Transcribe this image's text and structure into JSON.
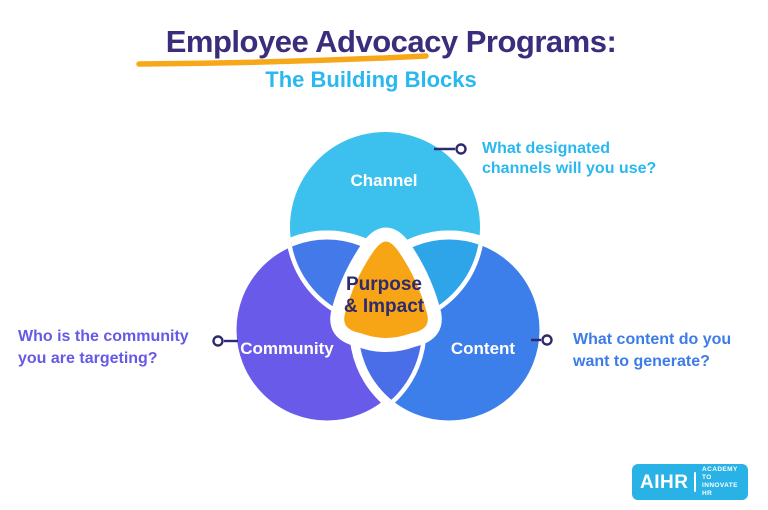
{
  "header": {
    "title": "Employee Advocacy Programs:",
    "subtitle": "The Building Blocks",
    "underline_color": "#F7A819",
    "title_color": "#3A2D7C",
    "subtitle_color": "#29B8F0"
  },
  "venn": {
    "channel": {
      "label": "Channel",
      "color": "#3CC0EE"
    },
    "community": {
      "label": "Community",
      "color": "#6A5AE9"
    },
    "content": {
      "label": "Content",
      "color": "#3C7EEA"
    },
    "overlap_channel_community": {
      "color": "#4479E9"
    },
    "overlap_channel_content": {
      "color": "#2EA4E9"
    },
    "overlap_community_content": {
      "color": "#4A6EE8"
    },
    "center": {
      "line1": "Purpose",
      "line2": "& Impact",
      "color": "#F7A415",
      "text_color": "#2D2A6E"
    }
  },
  "callouts": {
    "channel": {
      "line1": "What designated",
      "line2": "channels will you use?",
      "color": "#29B8F0"
    },
    "community": {
      "line1": "Who is the community",
      "line2": "you are targeting?",
      "color": "#6659E8"
    },
    "content": {
      "line1": "What content do you",
      "line2": "want to generate?",
      "color": "#3C7CE9"
    }
  },
  "connector_color": "#2D2A6E",
  "logo": {
    "brand": "AIHR",
    "tagline_line1": "ACADEMY TO",
    "tagline_line2": "INNOVATE HR",
    "bg_color": "#29B2E6"
  }
}
